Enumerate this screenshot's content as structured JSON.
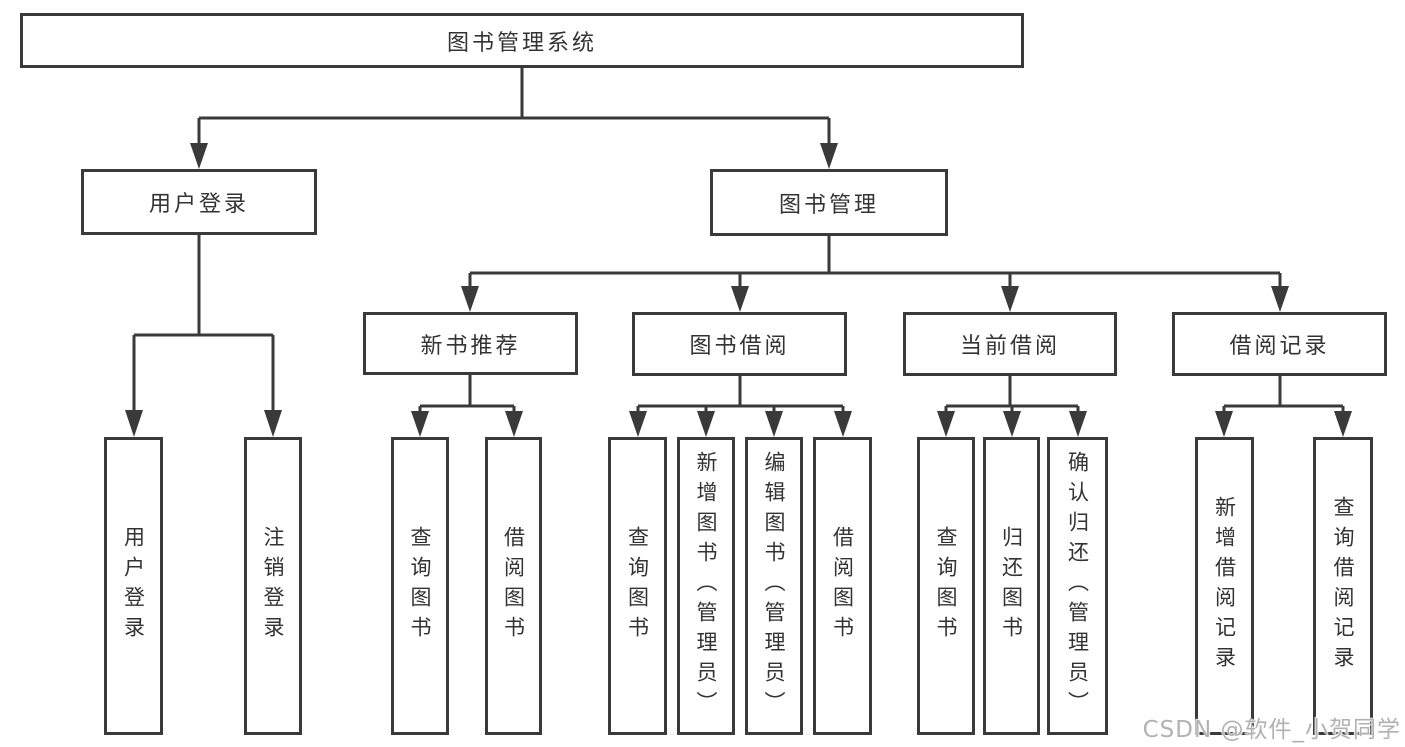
{
  "tree": {
    "label": "图书管理系统",
    "children": [
      {
        "label": "用户登录",
        "children": [
          {
            "label": "用户登录"
          },
          {
            "label": "注销登录"
          }
        ]
      },
      {
        "label": "图书管理",
        "children": [
          {
            "label": "新书推荐",
            "children": [
              {
                "label": "查询图书"
              },
              {
                "label": "借阅图书"
              }
            ]
          },
          {
            "label": "图书借阅",
            "children": [
              {
                "label": "查询图书"
              },
              {
                "label": "新增图书（管理员）"
              },
              {
                "label": "编辑图书（管理员）"
              },
              {
                "label": "借阅图书"
              }
            ]
          },
          {
            "label": "当前借阅",
            "children": [
              {
                "label": "查询图书"
              },
              {
                "label": "归还图书"
              },
              {
                "label": "确认归还（管理员）"
              }
            ]
          },
          {
            "label": "借阅记录",
            "children": [
              {
                "label": "新增借阅记录"
              },
              {
                "label": "查询借阅记录"
              }
            ]
          }
        ]
      }
    ]
  },
  "watermark": {
    "text": "CSDN @软件_小贺同学"
  },
  "colors": {
    "line": "#3a3a3a",
    "text": "#333333",
    "box_background": "#ffffff",
    "watermark": "#b2b2b2"
  }
}
